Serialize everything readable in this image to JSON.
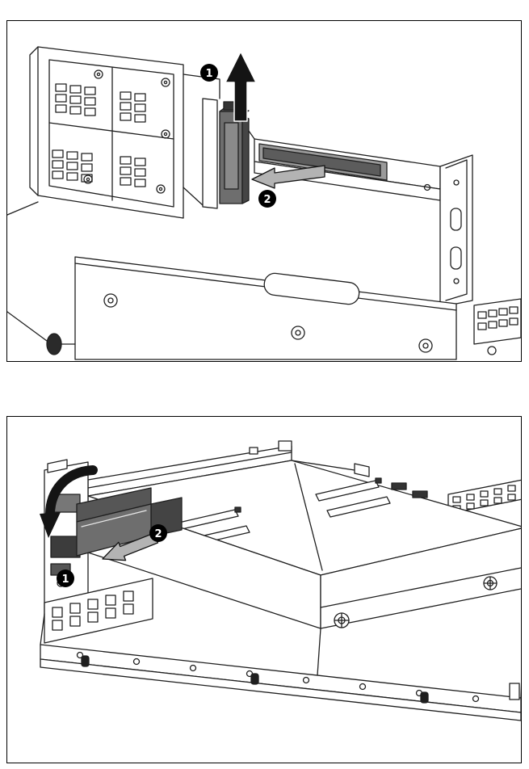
{
  "page": {
    "background": "#ffffff"
  },
  "colors": {
    "line": "#1f1f1f",
    "arrow_black": "#141414",
    "arrow_gray": "#b3b3b3",
    "cover_gray": "#6e6e6e",
    "callout_bg": "#000000",
    "callout_text": "#ffffff"
  },
  "figures": [
    {
      "callouts": [
        {
          "label": "1"
        },
        {
          "label": "2"
        }
      ]
    },
    {
      "callouts": [
        {
          "label": "1"
        },
        {
          "label": "2"
        }
      ]
    }
  ]
}
